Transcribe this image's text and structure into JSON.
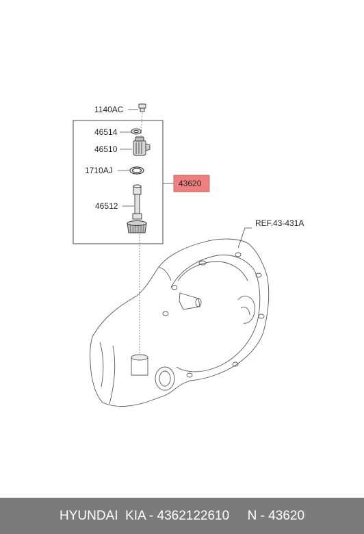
{
  "diagram": {
    "parts": {
      "bolt": "1140AC",
      "o_ring_top": "46514",
      "sleeve": "46510",
      "o_ring_bottom": "1710AJ",
      "assembly": "43620",
      "driven_gear": "46512"
    },
    "reference": "REF.43-431A",
    "highlight_color": "#f08080"
  },
  "footer": {
    "text": "HYUNDAI  KIA - 4362122610     N - 43620"
  }
}
